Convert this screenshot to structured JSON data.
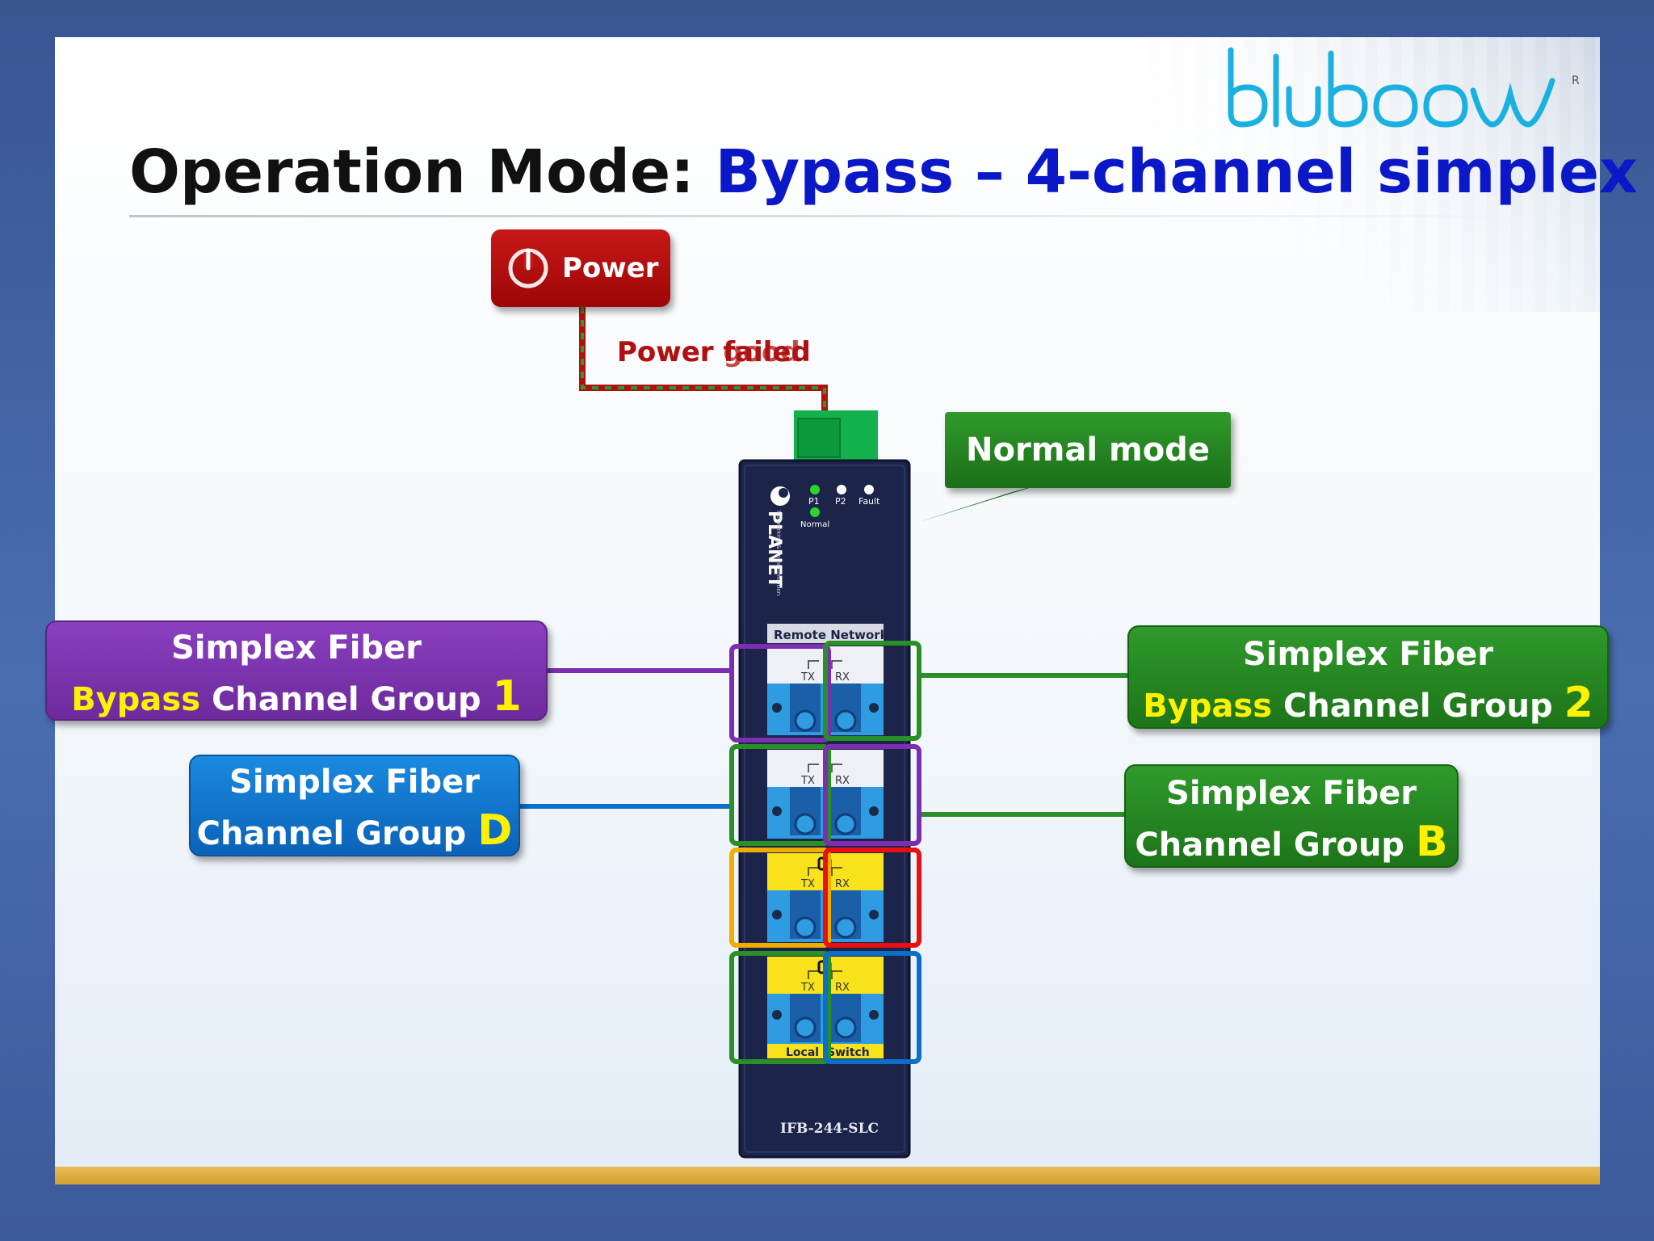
{
  "title": {
    "prefix": "Operation Mode:",
    "highlight": "Bypass – 4-channel simplex"
  },
  "logo": {
    "text": "bluboow",
    "registered_mark": "R"
  },
  "power_button": {
    "label": "Power",
    "icon": "power-icon"
  },
  "power_status": {
    "text_a": "Power failed",
    "text_b": "Power good"
  },
  "mode_label": "Normal mode",
  "device": {
    "brand": "PLANET",
    "brand_sub": "Networking & Communication",
    "model": "IFB-244-SLC",
    "leds": {
      "p1": "P1",
      "p2": "P2",
      "fault": "Fault",
      "normal": "Normal"
    },
    "remote_label": "Remote Network",
    "local_label_a": "Local",
    "local_label_b": "Switch",
    "tx": "TX",
    "rx": "RX"
  },
  "callouts": {
    "group1": {
      "line1": "Simplex Fiber",
      "prefix": "Bypass",
      "mid": "Channel Group",
      "id": "1"
    },
    "group2": {
      "line1": "Simplex Fiber",
      "prefix": "Bypass",
      "mid": "Channel Group",
      "id": "2"
    },
    "groupD": {
      "line1": "Simplex Fiber",
      "mid": "Channel Group",
      "id": "D"
    },
    "groupB": {
      "line1": "Simplex Fiber",
      "mid": "Channel Group",
      "id": "B"
    }
  },
  "colors": {
    "title_highlight": "#0b18c8",
    "purple": "#7b2fb0",
    "green": "#2a8f26",
    "blue": "#0b6ec8",
    "yellow": "#f0ad00",
    "red": "#e81010",
    "accent_yellow": "#fff200"
  }
}
